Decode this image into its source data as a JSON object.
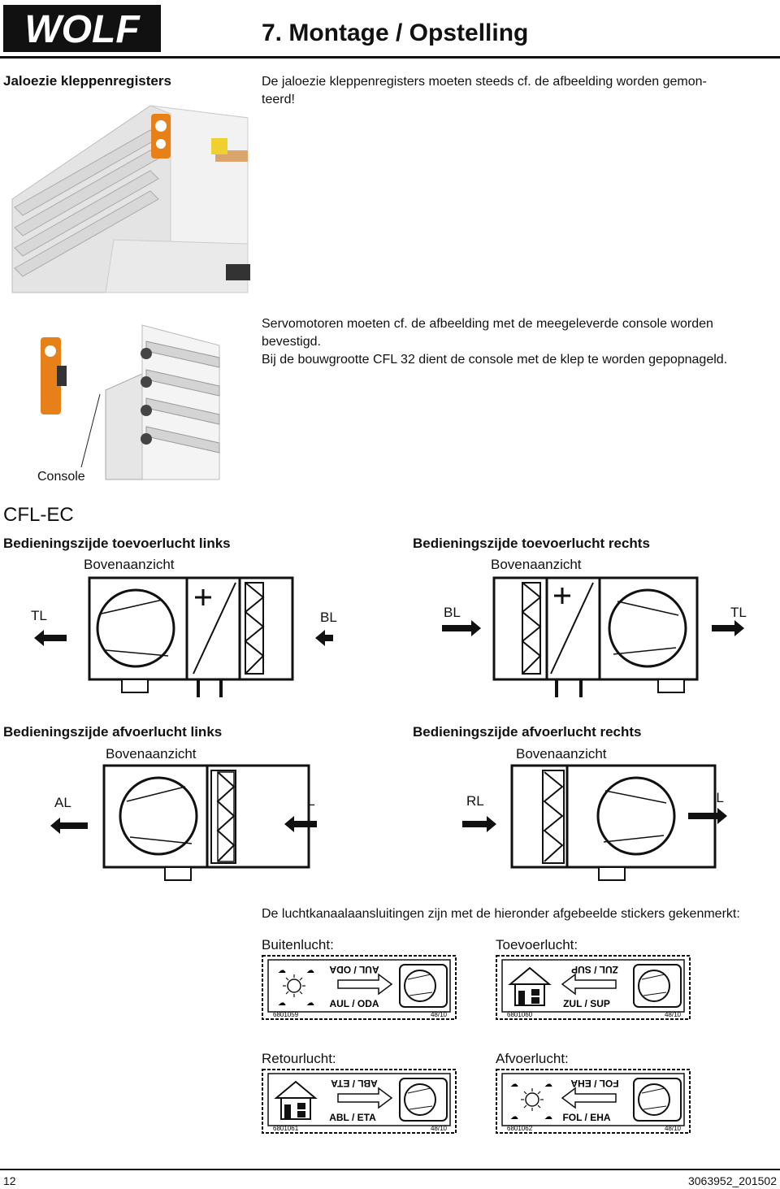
{
  "brand": {
    "logo_text": "WOLF"
  },
  "header": {
    "title": "7. Montage / Opstelling"
  },
  "section": {
    "side_label": "Jaloezie kleppenregisters",
    "intro_line1": "De jaloezie kleppenregisters moeten steeds cf. de afbeelding worden gemon-",
    "intro_line2": "teerd!",
    "servo_line1": "Servomotoren moeten cf. de afbeelding met de meegeleverde console worden",
    "servo_line2": "bevestigd.",
    "servo_line3": "Bij de bouwgrootte CFL 32 dient de console met de klep te worden gepopnageld.",
    "console_label": "Console"
  },
  "cfl": {
    "heading": "CFL-EC",
    "diagrams": [
      {
        "title": "Bedieningszijde toevoerlucht links",
        "view": "Bovenaanzicht",
        "left_label": "TL",
        "mid_label": "BL"
      },
      {
        "title": "Bedieningszijde toevoerlucht rechts",
        "view": "Bovenaanzicht",
        "left_label": "BL",
        "right_label": "TL"
      },
      {
        "title": "Bedieningszijde afvoerlucht links",
        "view": "Bovenaanzicht",
        "left_label": "AL",
        "mid_label": "RL"
      },
      {
        "title": "Bedieningszijde afvoerlucht rechts",
        "view": "Bovenaanzicht",
        "left_label": "RL",
        "right_label": "AL"
      }
    ]
  },
  "stickers": {
    "intro": "De luchtkanaalaansluitingen zijn met de hieronder afgebeelde stickers gekenmerkt:",
    "items": [
      {
        "caption": "Buitenlucht:",
        "label": "AUL / ODA",
        "code": "6801059",
        "rev": "48/10",
        "type": "sun"
      },
      {
        "caption": "Toevoerlucht:",
        "label": "ZUL / SUP",
        "code": "6801060",
        "rev": "48/10",
        "type": "house"
      },
      {
        "caption": "Retourlucht:",
        "label": "ABL / ETA",
        "code": "6801061",
        "rev": "48/10",
        "type": "house"
      },
      {
        "caption": "Afvoerlucht:",
        "label": "FOL / EHA",
        "code": "6801062",
        "rev": "48/10",
        "type": "sun"
      }
    ]
  },
  "footer": {
    "page": "12",
    "doc": "3063952_201502"
  }
}
